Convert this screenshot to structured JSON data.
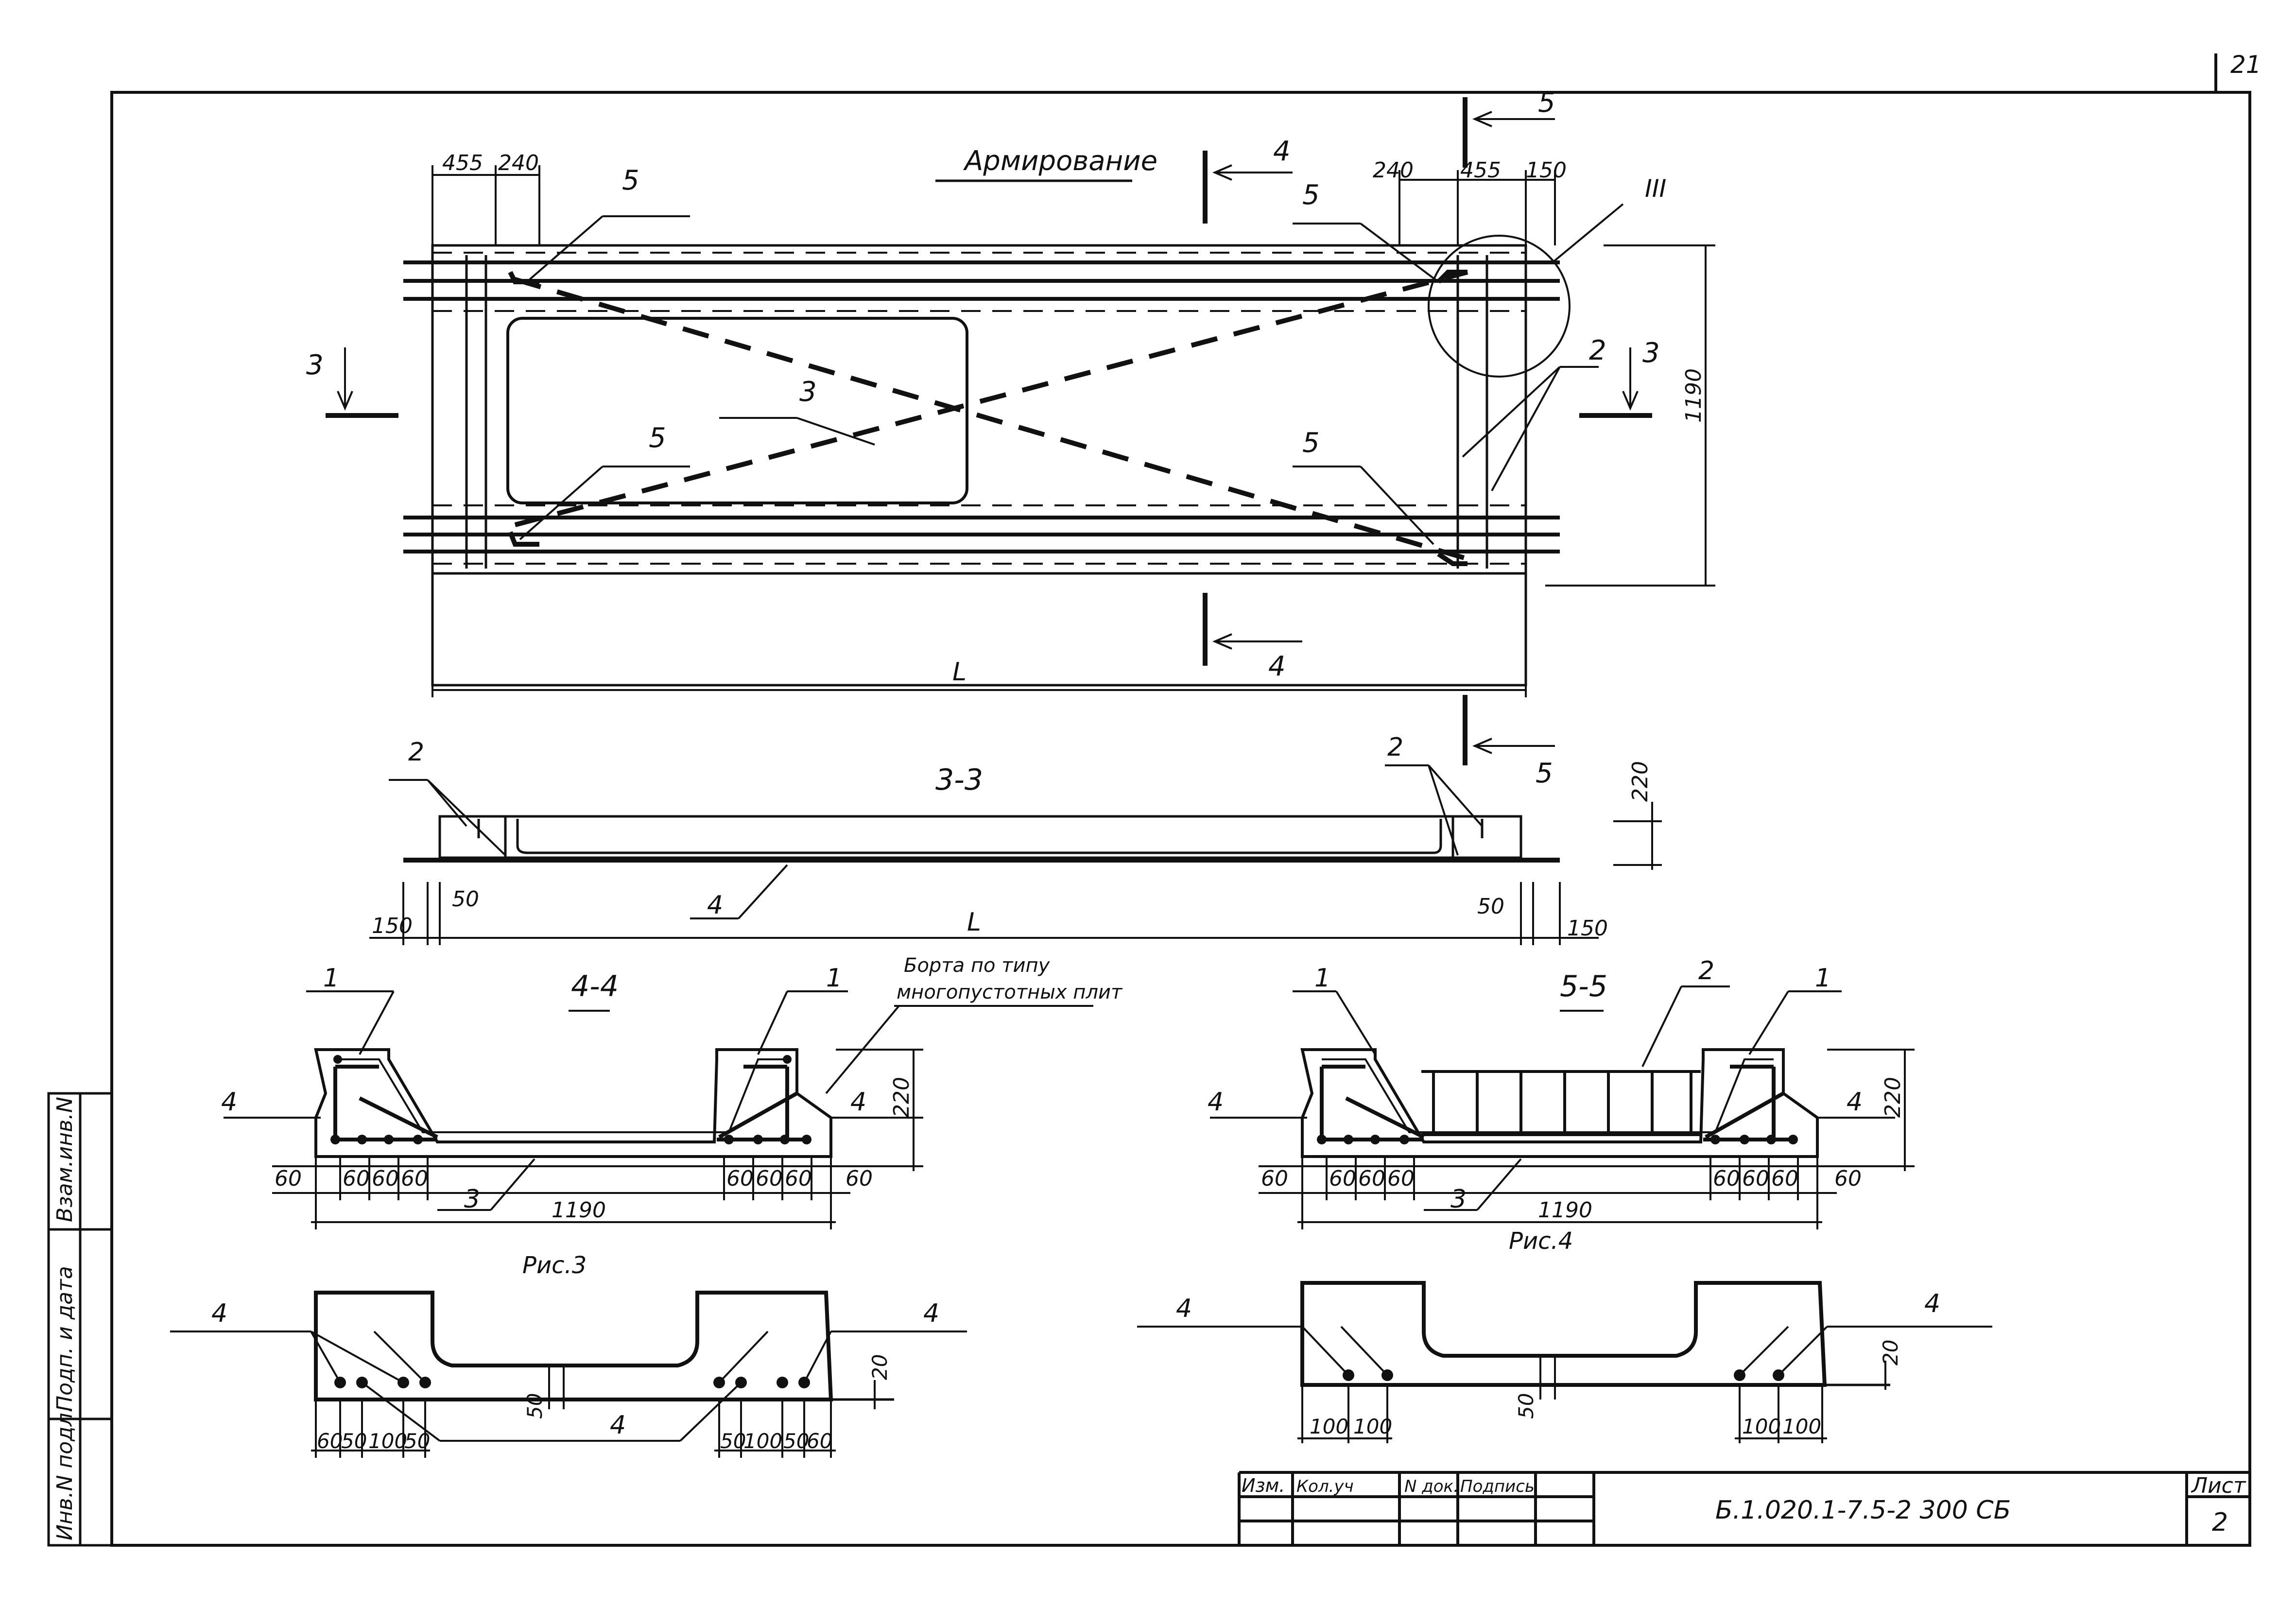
{
  "page_number": "21",
  "top_view": {
    "title": "Армирование",
    "dims_top_left": [
      "455",
      "240"
    ],
    "dims_top_right": [
      "240",
      "455",
      "150"
    ],
    "dim_height": "1190",
    "dim_length": "L",
    "detail_ref": "III",
    "section_marks": {
      "s3": "3",
      "s4": "4",
      "s5": "5"
    },
    "callouts": {
      "bar5": "5",
      "bar3": "3",
      "bar2": "2"
    }
  },
  "section_33": {
    "title": "3-3",
    "callout_2": "2",
    "callout_4": "4",
    "dim_height": "220",
    "dim_left_outer": "150",
    "dim_left_inner": "50",
    "dim_right_inner": "50",
    "dim_right_outer": "150",
    "dim_length": "L"
  },
  "section_44": {
    "title": "4-4",
    "callout_1": "1",
    "callout_3": "3",
    "callout_4": "4",
    "note_line1": "Борта по типу",
    "note_line2": "многопустотных плит",
    "dim_height": "220",
    "dim_edge": "60",
    "dim_pitch": "60",
    "dim_width": "1190"
  },
  "section_55": {
    "title": "5-5",
    "callout_1": "1",
    "callout_2": "2",
    "callout_3": "3",
    "callout_4": "4",
    "dim_height": "220",
    "dim_edge": "60",
    "dim_pitch": "60",
    "dim_width": "1190"
  },
  "fig3": {
    "caption": "Рис.3",
    "callout_4": "4",
    "dims_left": [
      "60",
      "50",
      "100",
      "50"
    ],
    "dims_right": [
      "50",
      "100",
      "50",
      "60"
    ],
    "dim_cover_bottom": "50",
    "dim_cover_side": "20"
  },
  "fig4": {
    "caption": "Рис.4",
    "callout_4": "4",
    "dims_left": [
      "100",
      "100"
    ],
    "dims_right": [
      "100",
      "100"
    ],
    "dim_cover_bottom": "50",
    "dim_cover_side": "20"
  },
  "side_stamp": [
    "Инв.N подл.",
    "Подп. и дата",
    "Взам.инв.N"
  ],
  "title_block": {
    "headers": [
      "Изм.",
      "Кол.уч",
      "N док.",
      "Подпись"
    ],
    "designation": "Б.1.020.1-7.5-2   300 СБ",
    "sheet_label": "Лист",
    "sheet_number": "2"
  }
}
